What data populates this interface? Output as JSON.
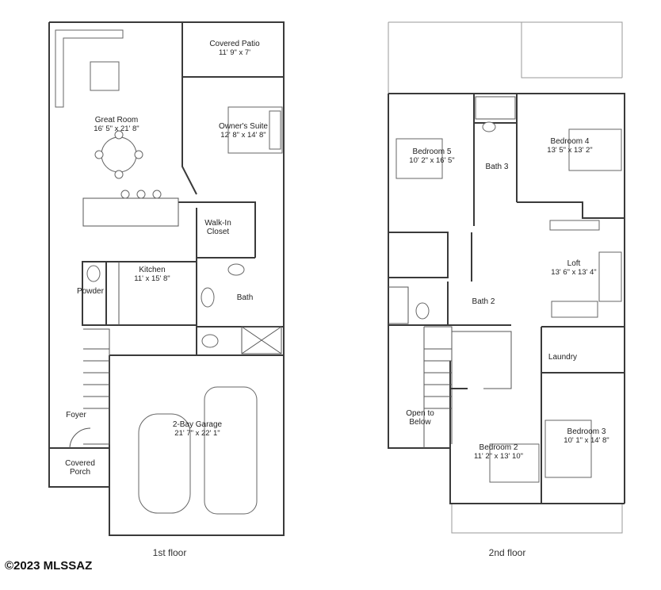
{
  "copyright": "©2023 MLSSAZ",
  "floors": [
    {
      "caption": "1st floor",
      "rooms": [
        {
          "key": "covered_patio",
          "name": "Covered Patio",
          "dims": "11' 9\" x 7'"
        },
        {
          "key": "great_room",
          "name": "Great Room",
          "dims": "16' 5\" x 21' 8\""
        },
        {
          "key": "owners_suite",
          "name": "Owner's Suite",
          "dims": "12' 8\" x 14' 8\""
        },
        {
          "key": "walk_in_closet",
          "name": "Walk-In\nCloset",
          "dims": ""
        },
        {
          "key": "kitchen",
          "name": "Kitchen",
          "dims": "11' x 15' 8\""
        },
        {
          "key": "powder",
          "name": "Powder",
          "dims": ""
        },
        {
          "key": "bath",
          "name": "Bath",
          "dims": ""
        },
        {
          "key": "foyer",
          "name": "Foyer",
          "dims": ""
        },
        {
          "key": "garage",
          "name": "2-Bay Garage",
          "dims": "21' 7\" x 22' 1\""
        },
        {
          "key": "covered_porch",
          "name": "Covered\nPorch",
          "dims": ""
        }
      ]
    },
    {
      "caption": "2nd floor",
      "rooms": [
        {
          "key": "bedroom5",
          "name": "Bedroom 5",
          "dims": "10' 2\" x 16' 5\""
        },
        {
          "key": "bath3",
          "name": "Bath 3",
          "dims": ""
        },
        {
          "key": "bedroom4",
          "name": "Bedroom 4",
          "dims": "13' 5\" x 13' 2\""
        },
        {
          "key": "loft",
          "name": "Loft",
          "dims": "13' 6\" x 13' 4\""
        },
        {
          "key": "bath2",
          "name": "Bath 2",
          "dims": ""
        },
        {
          "key": "laundry",
          "name": "Laundry",
          "dims": ""
        },
        {
          "key": "open_to_below",
          "name": "Open to\nBelow",
          "dims": ""
        },
        {
          "key": "bedroom2",
          "name": "Bedroom 2",
          "dims": "11' 2\" x 13' 10\""
        },
        {
          "key": "bedroom3",
          "name": "Bedroom 3",
          "dims": "10' 1\" x 14' 8\""
        }
      ]
    }
  ]
}
